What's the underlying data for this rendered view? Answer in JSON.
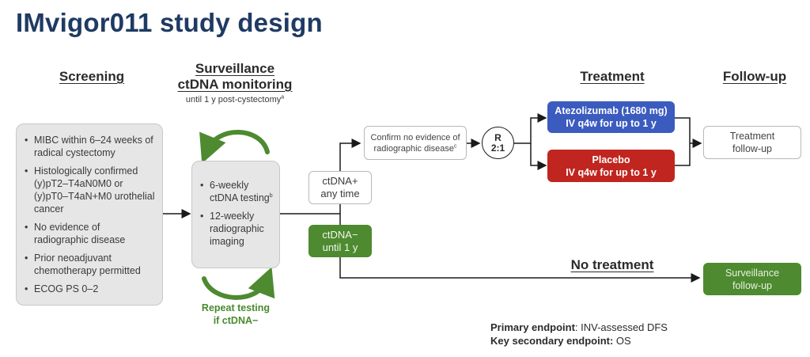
{
  "title": "IMvigor011 study design",
  "phases": {
    "screening": "Screening",
    "surveillance_line1": "Surveillance",
    "surveillance_line2": "ctDNA monitoring",
    "surveillance_sub": "until 1 y post-cystectomy",
    "surveillance_sub_sup": "a",
    "treatment": "Treatment",
    "followup": "Follow-up",
    "no_treatment": "No treatment"
  },
  "screening_criteria": [
    "MIBC within 6–24 weeks of radical cystectomy",
    "Histologically confirmed (y)pT2–T4aN0M0 or (y)pT0–T4aN+M0 urothelial cancer",
    "No evidence of radiographic disease",
    "Prior neoadjuvant chemotherapy permitted",
    "ECOG PS 0–2"
  ],
  "surveillance_box": {
    "item1": "6-weekly ctDNA testing",
    "item1_sup": "b",
    "item2": "12-weekly radiographic imaging"
  },
  "repeat_label": {
    "line1": "Repeat testing",
    "line2": "if ctDNA−"
  },
  "ctdna_pos": {
    "line1": "ctDNA+",
    "line2": "any time"
  },
  "ctdna_neg": {
    "line1": "ctDNA−",
    "line2": "until 1 y"
  },
  "confirm_box": {
    "line1": "Confirm no evidence of",
    "line2": "radiographic disease",
    "sup": "c"
  },
  "randomization": {
    "line1": "R",
    "line2": "2:1"
  },
  "arms": [
    {
      "line1": "Atezolizumab (1680 mg)",
      "line2": "IV q4w for up to 1 y",
      "color": "#3b5bbf"
    },
    {
      "line1": "Placebo",
      "line2": "IV q4w for up to 1 y",
      "color": "#c0261f"
    }
  ],
  "treatment_followup": {
    "line1": "Treatment",
    "line2": "follow-up"
  },
  "surveillance_followup": {
    "line1": "Surveillance",
    "line2": "follow-up"
  },
  "endpoints": {
    "primary_label": "Primary endpoint",
    "primary_value": ": INV-assessed DFS",
    "secondary_label": "Key secondary endpoint:",
    "secondary_value": " OS"
  },
  "colors": {
    "title": "#1f3a63",
    "green": "#4e8a30",
    "blue": "#3b5bbf",
    "red": "#c0261f",
    "grey_box": "#e6e6e6"
  }
}
